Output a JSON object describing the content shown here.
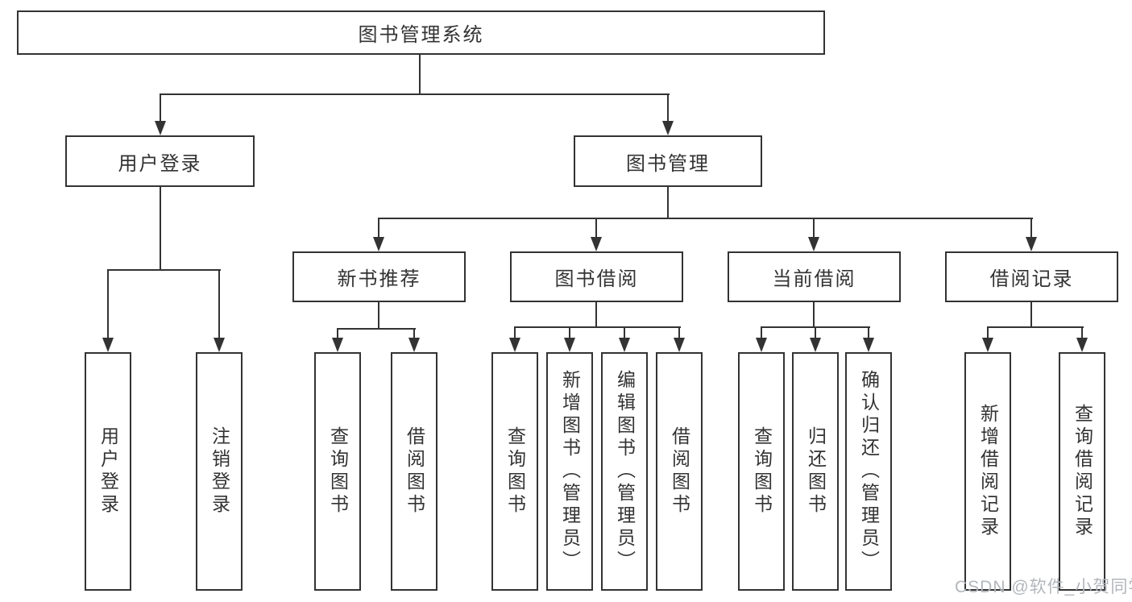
{
  "tree": {
    "root": "图书管理系统",
    "children": [
      {
        "label": "用户登录",
        "children": [
          "用户登录",
          "注销登录"
        ]
      },
      {
        "label": "图书管理",
        "children": [
          {
            "label": "新书推荐",
            "children": [
              "查询图书",
              "借阅图书"
            ]
          },
          {
            "label": "图书借阅",
            "children": [
              "查询图书",
              "新增图书（管理员）",
              "编辑图书（管理员）",
              "借阅图书"
            ]
          },
          {
            "label": "当前借阅",
            "children": [
              "查询图书",
              "归还图书",
              "确认归还（管理员）"
            ]
          },
          {
            "label": "借阅记录",
            "children": [
              "新增借阅记录",
              "查询借阅记录"
            ]
          }
        ]
      }
    ]
  },
  "watermark": "CSDN @软件_小贺同学",
  "colors": {
    "line": "#333333",
    "text": "#333333",
    "box_background": "#ffffff",
    "watermark": "#b2b6bb"
  }
}
